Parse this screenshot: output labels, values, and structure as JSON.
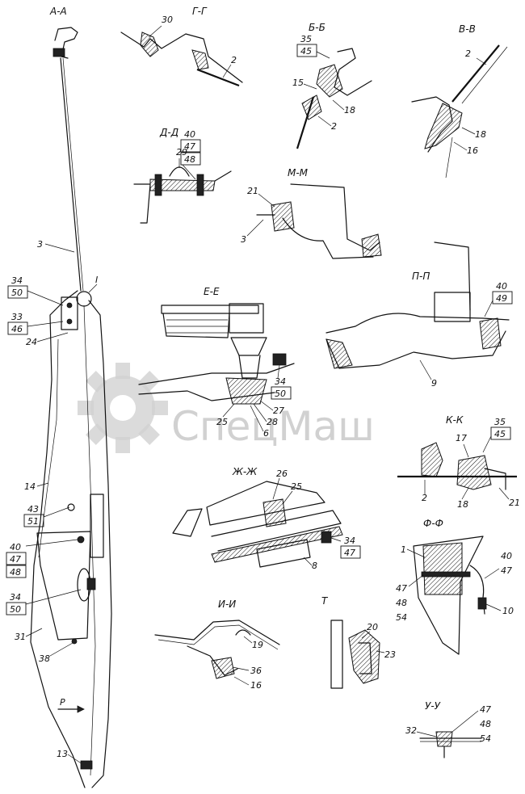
{
  "section_titles": {
    "aa": "А-А",
    "gg": "Г-Г",
    "bb": "Б-Б",
    "vv": "В-В",
    "dd": "Д-Д",
    "mm": "М-М",
    "pp": "П-П",
    "ee": "Е-Е",
    "kk": "К-К",
    "zhzh": "Ж-Ж",
    "ff": "Ф-Ф",
    "ii": "И-И",
    "t": "Т",
    "uu": "У-У"
  },
  "labels": {
    "l30": "30",
    "l2_gg": "2",
    "l35_bb": "35",
    "l45_bb": "45",
    "l15": "15",
    "l18_bb": "18",
    "l2_bb": "2",
    "l2_vv": "2",
    "l18_vv": "18",
    "l16_vv": "16",
    "l29": "29",
    "l40_dd": "40",
    "l47_dd": "47",
    "l48_dd": "48",
    "l21_mm": "21",
    "l3_mm": "3",
    "l3": "3",
    "l34_a": "34",
    "l50_a": "50",
    "roman_I": "I",
    "l33": "33",
    "l46": "46",
    "l24": "24",
    "l40_pp": "40",
    "l49": "49",
    "l9": "9",
    "l34_ee": "34",
    "l50_ee": "50",
    "l27": "27",
    "l28": "28",
    "l25_ee": "25",
    "l6": "6",
    "l35_kk": "35",
    "l45_kk": "45",
    "l17": "17",
    "l2_kk": "2",
    "l18_kk": "18",
    "l21_kk": "21",
    "l14": "14",
    "l43": "43",
    "l51": "51",
    "l40_a": "40",
    "l47_a": "47",
    "l48_a": "48",
    "l26": "26",
    "l25_zh": "25",
    "l34_zh": "34",
    "l47_zh": "47",
    "l8": "8",
    "l1": "1",
    "l40_ff": "40",
    "l47_ff": "47",
    "l47_ff2": "47",
    "l48_ff": "48",
    "l54_ff": "54",
    "l10": "10",
    "l34_b": "34",
    "l50_b": "50",
    "l31": "31",
    "l38": "38",
    "l19": "19",
    "l36": "36",
    "l16_ii": "16",
    "l20": "20",
    "l23": "23",
    "l_P": "Р",
    "l13": "13",
    "l32": "32",
    "l47_uu": "47",
    "l48_uu": "48",
    "l54_uu": "54"
  },
  "watermark": {
    "text": "СпецМаш",
    "icon": "gear-icon"
  }
}
